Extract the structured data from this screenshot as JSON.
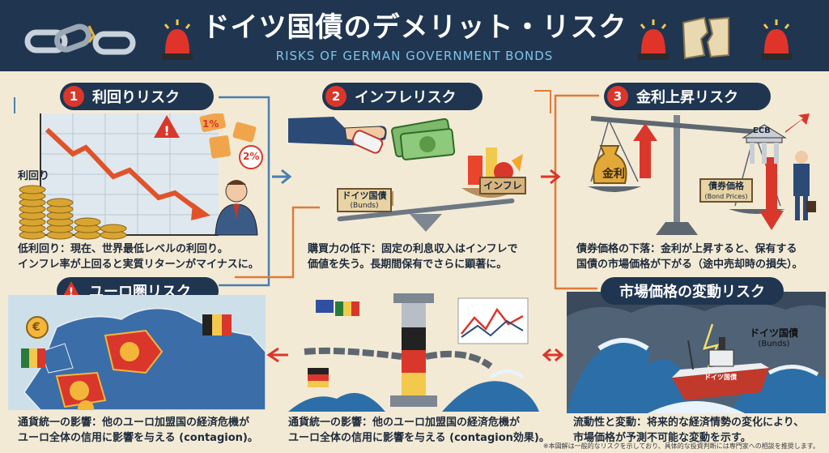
{
  "header": {
    "title": "ドイツ国債のデメリット・リスク",
    "subtitle": "RISKS OF GERMAN GOVERNMENT BONDS"
  },
  "sections": {
    "yield_risk": {
      "number": "1",
      "title": "利回りリスク",
      "axis_label": "利回り",
      "tag_1": "1%",
      "tag_2": "2%",
      "caption_line1": "低利回り：現在、世界最低レベルの利回り。",
      "caption_line2": "インフレ率が上回ると実質リターンがマイナスに。"
    },
    "inflation_risk": {
      "number": "2",
      "title": "インフレリスク",
      "bunds_label": "ドイツ国債",
      "bunds_sub": "(Bunds)",
      "inflation_label": "インフレ",
      "caption_line1": "購買力の低下：固定の利息収入はインフレで",
      "caption_line2": "価値を失う。長期間保有でさらに顕著に。"
    },
    "rate_risk": {
      "number": "3",
      "title": "金利上昇リスク",
      "rate_label": "金利",
      "bond_price_label": "債券価格",
      "bond_price_sub": "(Bond Prices)",
      "ecb_label": "ECB",
      "caption_line1": "債券価格の下落：金利が上昇すると、保有する",
      "caption_line2": "国債の市場価格が下がる（途中売却時の損失）。"
    },
    "euro_risk": {
      "title": "ユーロ圏リスク",
      "euro_symbol": "€",
      "caption_line1": "通貨統一の影響：他のユーロ加盟国の経済危機が",
      "caption_line2": "ユーロ全体の信用に影響を与える (contagion)。"
    },
    "contagion": {
      "caption_line1": "通貨統一の影響：他のユーロ加盟国の経済危機が",
      "caption_line2": "ユーロ全体の信用に影響を与える (contagion効果)。"
    },
    "market_risk": {
      "title": "市場価格の変動リスク",
      "ship_label": "ドイツ国債",
      "ship_sub": "(Bunds)",
      "hull_label": "ドイツ国債",
      "caption_line1": "流動性と変動：将来的な経済情勢の変化により、",
      "caption_line2": "市場価格が予測不可能な変動を示す。"
    }
  },
  "footnote": "※本図解は一般的なリスクを示しており、具体的な投資判断には専門家への相談を推奨します。",
  "colors": {
    "navy": "#1f3550",
    "red": "#d9372b",
    "orange": "#e07a3a",
    "blue_line": "#4a7fb0",
    "background": "#f3ead6"
  }
}
